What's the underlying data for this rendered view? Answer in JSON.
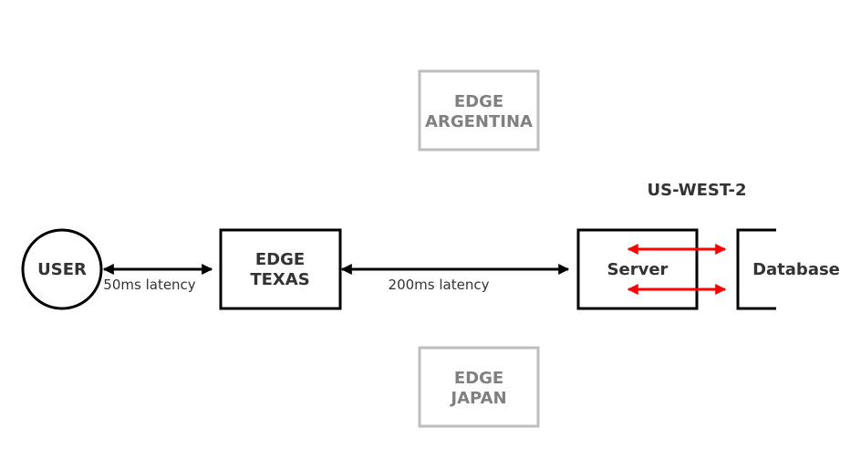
{
  "nodes": {
    "user": {
      "label": "USER"
    },
    "edge_texas": {
      "line1": "EDGE",
      "line2": "TEXAS"
    },
    "edge_argentina": {
      "line1": "EDGE",
      "line2": "ARGENTINA"
    },
    "edge_japan": {
      "line1": "EDGE",
      "line2": "JAPAN"
    },
    "server": {
      "label": "Server"
    },
    "database": {
      "label": "Database"
    }
  },
  "region": {
    "label": "US-WEST-2"
  },
  "links": {
    "user_edge": {
      "label": "50ms latency"
    },
    "edge_server": {
      "label": "200ms latency"
    }
  },
  "colors": {
    "primary": "#000000",
    "text": "#333333",
    "inactive": "#bdbdbd",
    "inactive_text": "#808080",
    "db_link": "#ff0000"
  }
}
